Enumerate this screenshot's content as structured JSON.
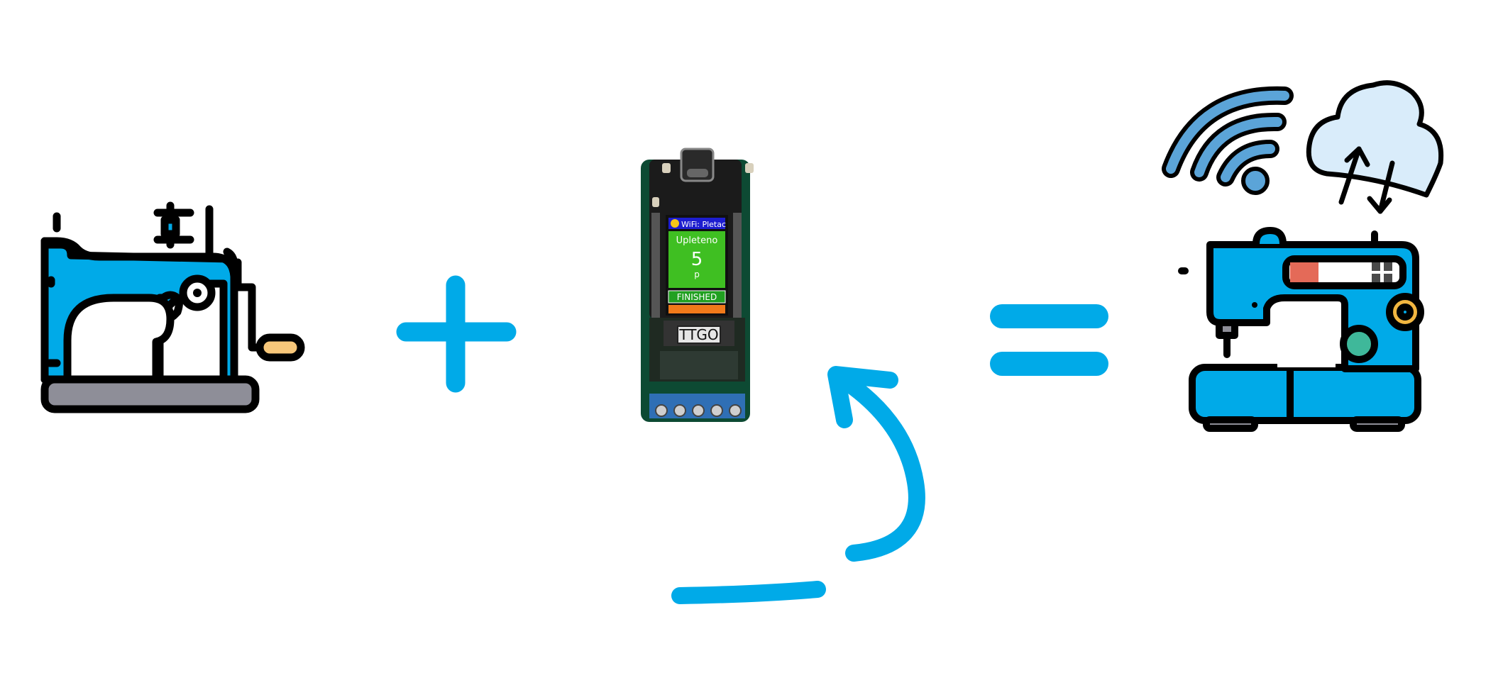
{
  "equation": {
    "plus_symbol": "+",
    "equals_symbol": "=",
    "operand_left": "manual-sewing-machine-icon",
    "operand_middle": "ttgo-board-photo",
    "result": "smart-sewing-machine-icon",
    "result_extras": [
      "wifi-icon",
      "cloud-sync-icon"
    ]
  },
  "board": {
    "wifi_label": "WiFi: Pletac",
    "counter_title": "Upleteno",
    "counter_value": "5",
    "counter_unit": "p",
    "status": "FINISHED",
    "brand": "TTGO"
  },
  "colors": {
    "accent": "#00aae8",
    "outline": "#000000",
    "base_gray": "#8e8e98",
    "handle": "#f7c77a",
    "wifi_blue": "#5ba4d8",
    "cloud_fill": "#d9ecfa",
    "screen_green": "#3fbf22",
    "status_green": "#21a021",
    "status_orange": "#f07a1a",
    "wifi_bar": "#1d1dcf",
    "panel_red": "#e46a58"
  }
}
